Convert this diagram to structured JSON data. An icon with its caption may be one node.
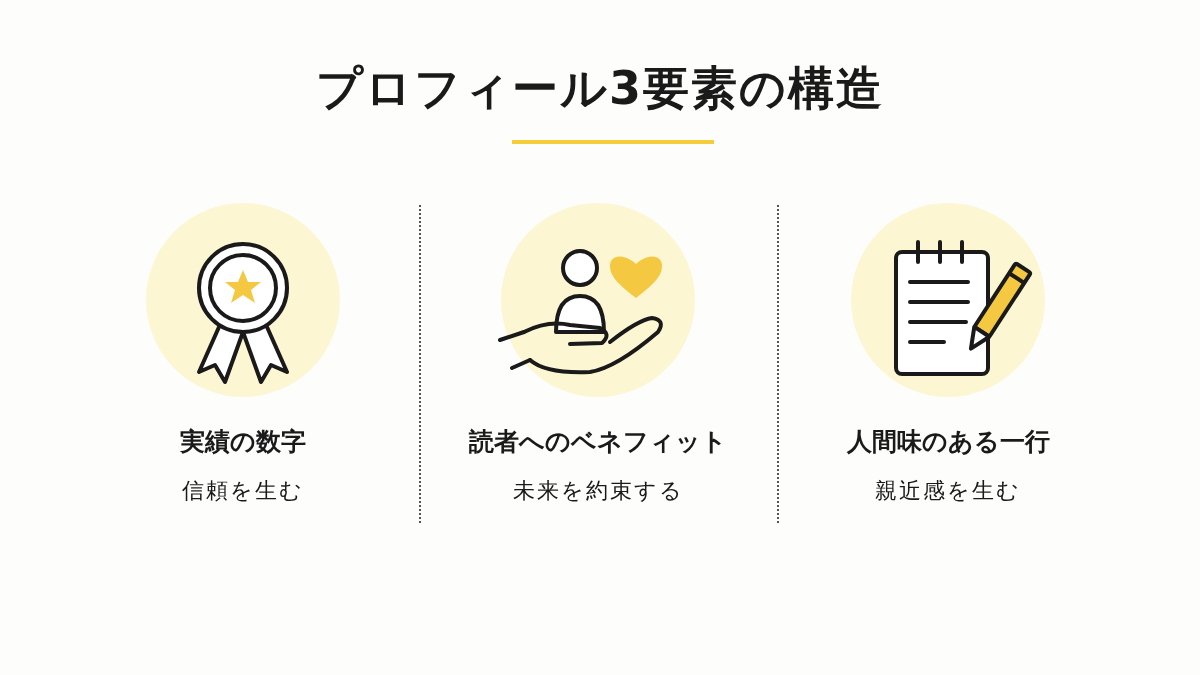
{
  "diagram": {
    "title": "プロフィール3要素の構造",
    "labels": [
      "実績の数字",
      "信頼を生む",
      "読者へのベネフィット",
      "未来を約束する",
      "人間味のある一行",
      "親近感を生む"
    ]
  }
}
